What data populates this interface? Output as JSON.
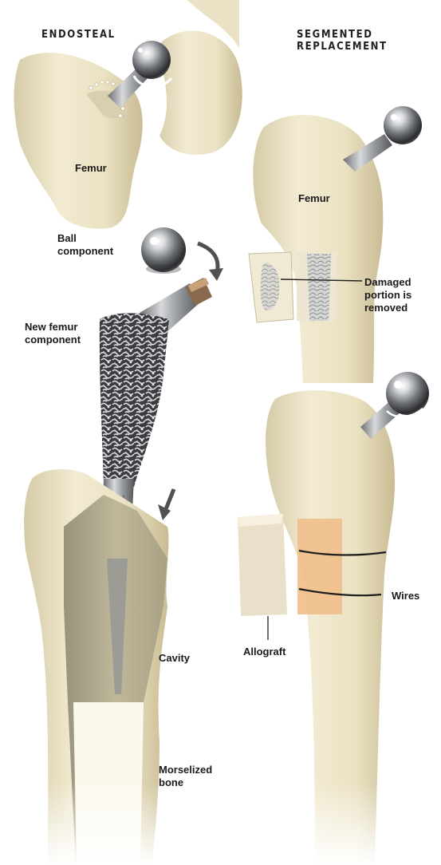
{
  "headings": {
    "endosteal": "ENDOSTEAL",
    "segmented_line1": "SEGMENTED",
    "segmented_line2": "REPLACEMENT"
  },
  "labels": {
    "femur_left": "Femur",
    "ball_component": [
      "Ball",
      "component"
    ],
    "new_femur_component": [
      "New femur",
      "component"
    ],
    "cavity": "Cavity",
    "morselized_bone": [
      "Morselized",
      "bone"
    ],
    "femur_right": "Femur",
    "damaged_portion": [
      "Damaged",
      "portion is",
      "removed"
    ],
    "wires": "Wires",
    "allograft": "Allograft"
  },
  "colors": {
    "bone": "#ece3c6",
    "bone_shadow": "#cdbf98",
    "metal": "#a9abae",
    "metal_dark": "#4a4c50",
    "graft_fill": "#f2c18f",
    "text": "#1a1a1a"
  }
}
